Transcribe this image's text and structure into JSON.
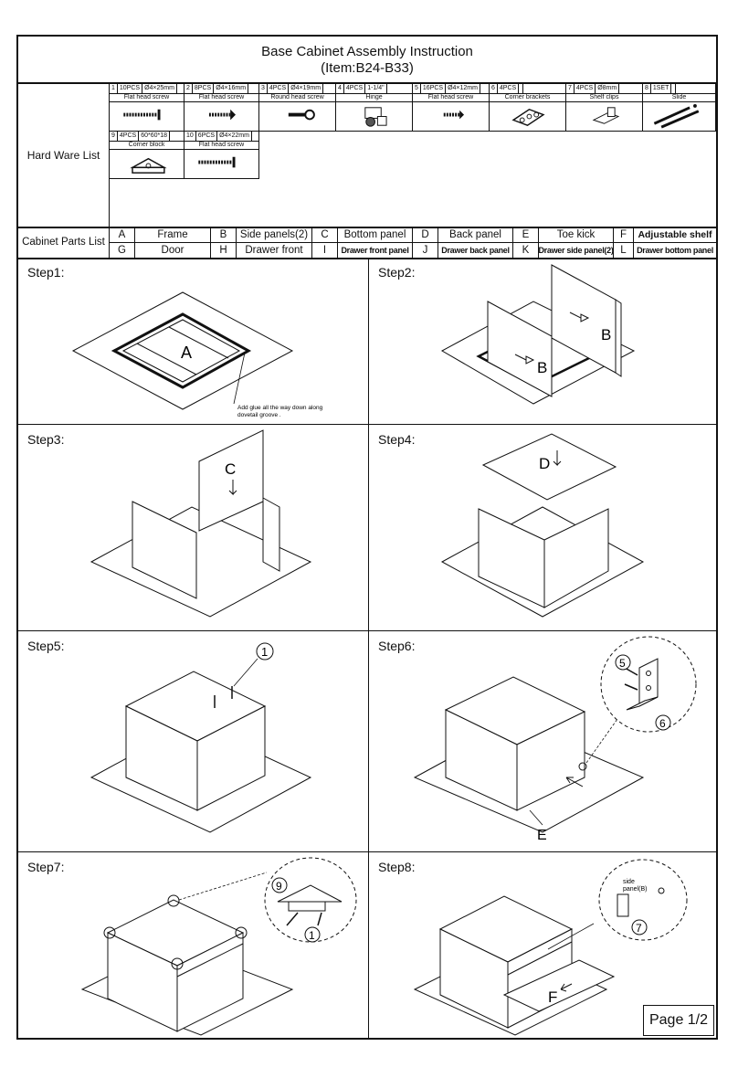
{
  "doc": {
    "title_line1": "Base Cabinet Assembly Instruction",
    "title_line2": "(Item:B24-B33)",
    "page": "Page 1/2"
  },
  "hardware": {
    "label": "Hard Ware List",
    "items": [
      {
        "no": "1",
        "qty": "10PCS",
        "size": "Ø4×25mm",
        "name": "Flat head screw",
        "icon": "long-screw-icon"
      },
      {
        "no": "2",
        "qty": "8PCS",
        "size": "Ø4×16mm",
        "name": "Flat head screw",
        "icon": "short-screw-icon"
      },
      {
        "no": "3",
        "qty": "4PCS",
        "size": "Ø4×19mm",
        "name": "Round head screw",
        "icon": "round-screw-icon"
      },
      {
        "no": "4",
        "qty": "4PCS",
        "size": "1-1/4\"",
        "name": "Hinge",
        "icon": "hinge-icon"
      },
      {
        "no": "5",
        "qty": "16PCS",
        "size": "Ø4×12mm",
        "name": "Flat head screw",
        "icon": "small-screw-icon"
      },
      {
        "no": "6",
        "qty": "4PCS",
        "size": "",
        "name": "Corner brackets",
        "icon": "corner-bracket-icon"
      },
      {
        "no": "7",
        "qty": "4PCS",
        "size": "Ø8mm",
        "name": "Shelf clips",
        "icon": "shelf-clip-icon"
      },
      {
        "no": "8",
        "qty": "1SET",
        "size": "",
        "name": "Slide",
        "icon": "slide-icon"
      },
      {
        "no": "9",
        "qty": "4PCS",
        "size": "60*60*18",
        "name": "Corner block",
        "icon": "corner-block-icon"
      },
      {
        "no": "10",
        "qty": "6PCS",
        "size": "Ø4×22mm",
        "name": "Flat head screw",
        "icon": "long-screw-icon"
      }
    ]
  },
  "parts": {
    "label": "Cabinet Parts List",
    "row1": [
      {
        "letter": "A",
        "name": "Frame"
      },
      {
        "letter": "B",
        "name": "Side panels(2)"
      },
      {
        "letter": "C",
        "name": "Bottom panel"
      },
      {
        "letter": "D",
        "name": "Back panel"
      },
      {
        "letter": "E",
        "name": "Toe kick"
      },
      {
        "letter": "F",
        "name": "Adjustable shelf"
      }
    ],
    "row2": [
      {
        "letter": "G",
        "name": "Door"
      },
      {
        "letter": "H",
        "name": "Drawer front"
      },
      {
        "letter": "I",
        "name": "Drawer front panel"
      },
      {
        "letter": "J",
        "name": "Drawer back panel"
      },
      {
        "letter": "K",
        "name": "Drawer side panel(2)"
      },
      {
        "letter": "L",
        "name": "Drawer bottom panel"
      }
    ]
  },
  "steps": [
    {
      "label": "Step1:",
      "tag": "A",
      "note1": "Add glue all the way down along",
      "note2": "dovetail groove ."
    },
    {
      "label": "Step2:",
      "tag": "B"
    },
    {
      "label": "Step3:",
      "tag": "C"
    },
    {
      "label": "Step4:",
      "tag": "D"
    },
    {
      "label": "Step5:",
      "callout": "1"
    },
    {
      "label": "Step6:",
      "callout_a": "5",
      "callout_b": "6",
      "tag": "E"
    },
    {
      "label": "Step7:",
      "callout_a": "9",
      "callout_b": "1"
    },
    {
      "label": "Step8:",
      "tag": "F",
      "callout": "7",
      "note1": "side",
      "note2": "panel(B)"
    }
  ]
}
